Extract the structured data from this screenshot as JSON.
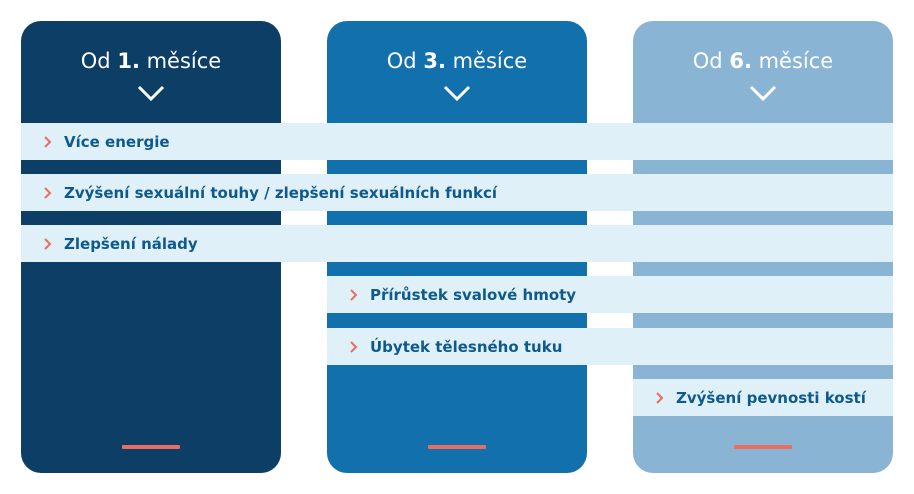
{
  "columns": [
    {
      "prefix": "Od ",
      "number": "1.",
      "suffix": " měsíce"
    },
    {
      "prefix": "Od ",
      "number": "3.",
      "suffix": " měsíce"
    },
    {
      "prefix": "Od ",
      "number": "6.",
      "suffix": " měsíce"
    }
  ],
  "benefits": [
    {
      "label": "Více energie"
    },
    {
      "label": "Zvýšení sexuální touhy / zlepšení sexuálních funkcí"
    },
    {
      "label": "Zlepšení nálady"
    },
    {
      "label": "Přírůstek svalové hmoty"
    },
    {
      "label": "Úbytek tělesného tuku"
    },
    {
      "label": "Zvýšení pevnosti kostí"
    }
  ],
  "colors": {
    "column_1": "#0d3e66",
    "column_2": "#1270ad",
    "column_3": "#8ab4d4",
    "row_background": "#dff0f8",
    "row_text": "#0f5a8c",
    "accent": "#ea6c63"
  },
  "icons": {
    "column_chevron": "chevron-down-icon",
    "row_marker": "chevron-right-icon"
  }
}
